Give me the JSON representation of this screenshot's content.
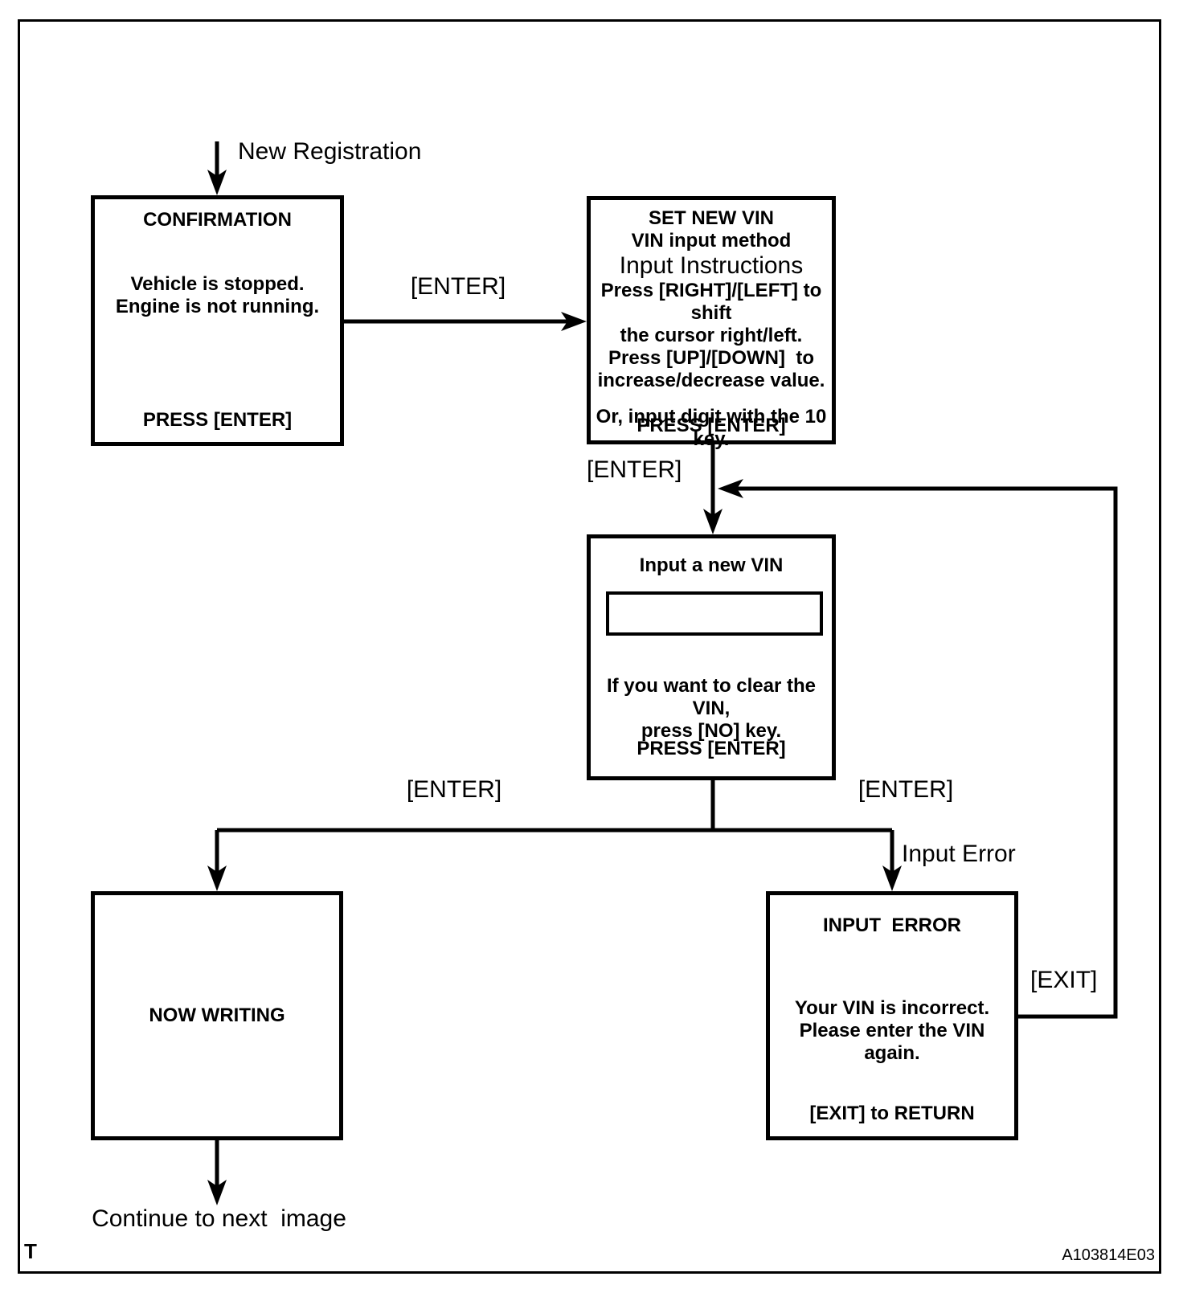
{
  "page": {
    "footer_left": "T",
    "doc_code": "A103814E03"
  },
  "colors": {
    "ink": "#000000",
    "background": "#ffffff"
  },
  "labels": {
    "new_registration": "New Registration",
    "enter_confirmation_to_setvin": "[ENTER]",
    "enter_setvin_to_inputvin": "[ENTER]",
    "enter_left_branch": "[ENTER]",
    "enter_right_branch": "[ENTER]",
    "input_error": "Input Error",
    "exit": "[EXIT]",
    "continue": "Continue to next  image"
  },
  "boxes": {
    "confirmation": {
      "title": "CONFIRMATION",
      "body": "Vehicle is stopped.\nEngine is not running.",
      "footer": "PRESS [ENTER]"
    },
    "set_new_vin": {
      "title": "SET NEW VIN",
      "subtitle": "VIN input method",
      "heading": "Input Instructions",
      "instruction_1": "Press [RIGHT]/[LEFT] to shift\nthe cursor right/left.",
      "instruction_2": "Press [UP]/[DOWN]  to\nincrease/decrease value.",
      "instruction_3": "Or, input digit with the 10 key.",
      "footer": "PRESS [ENTER]"
    },
    "input_new_vin": {
      "title": "Input a new VIN",
      "field_value": "",
      "body": "If you want to clear the VIN,\npress [NO] key.",
      "footer": "PRESS [ENTER]"
    },
    "now_writing": {
      "title": "NOW WRITING"
    },
    "input_error": {
      "title": "INPUT  ERROR",
      "body": "Your VIN is incorrect.\nPlease enter the VIN again.",
      "footer": "[EXIT] to RETURN"
    }
  }
}
